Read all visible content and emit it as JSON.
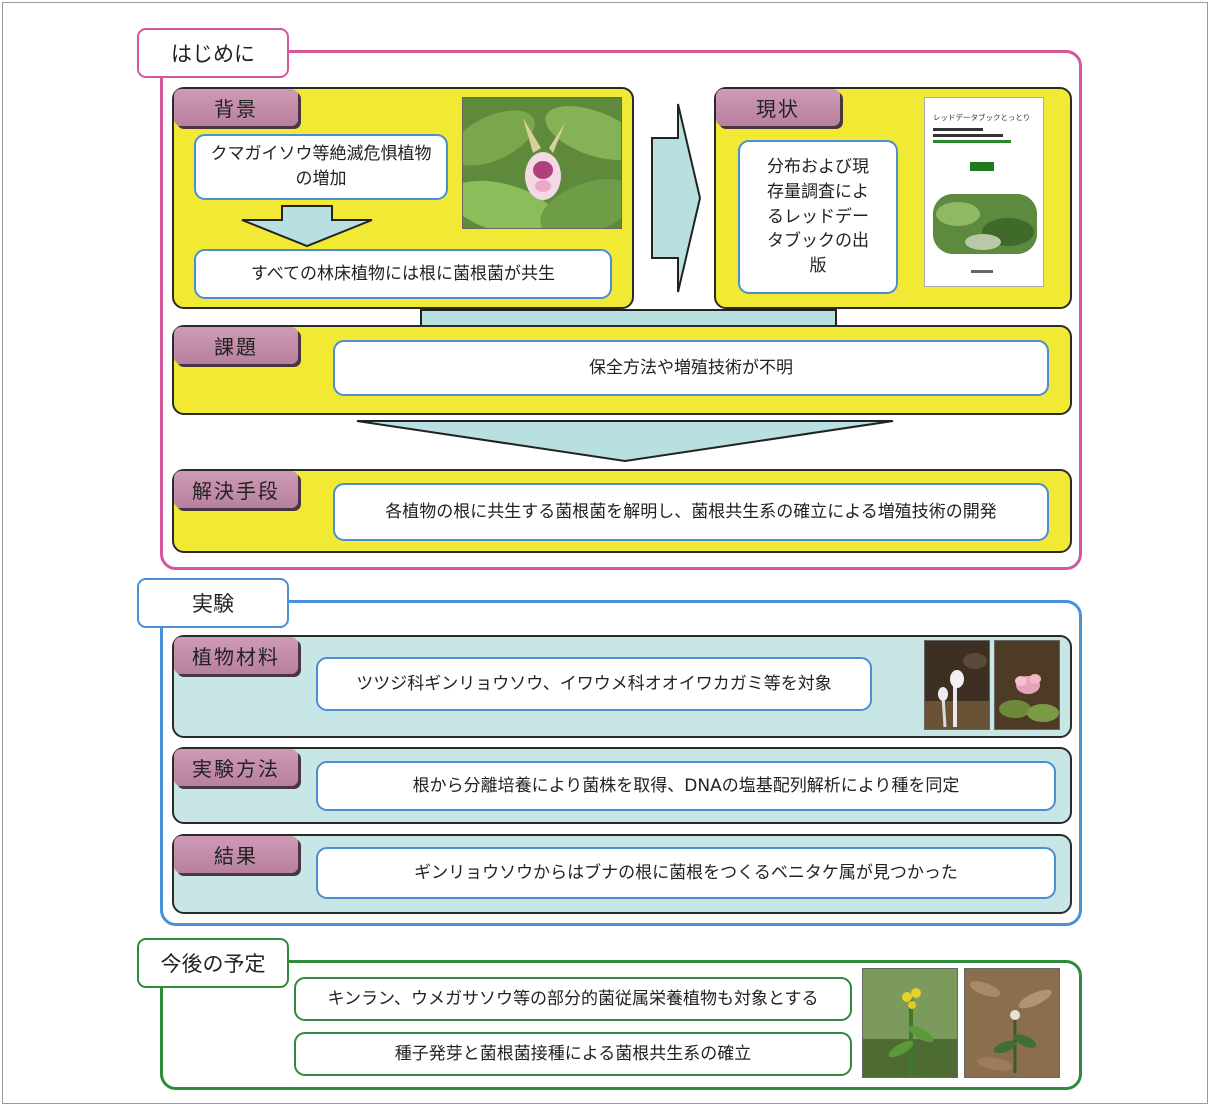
{
  "intro": {
    "tab": "はじめに",
    "background": {
      "label": "背景",
      "box1": "クマガイソウ等絶滅危惧植物の増加",
      "box2": "すべての林床植物には根に菌根菌が共生"
    },
    "status": {
      "label": "現状",
      "text": "分布および現存量調査によるレッドデータブックの出版",
      "book_title": "レッドデータブックとっとり"
    },
    "issue": {
      "label": "課題",
      "text": "保全方法や増殖技術が不明"
    },
    "solution": {
      "label": "解決手段",
      "text": "各植物の根に共生する菌根菌を解明し、菌根共生系の確立による増殖技術の開発"
    }
  },
  "experiment": {
    "tab": "実験",
    "material": {
      "label": "植物材料",
      "text": "ツツジ科ギンリョウソウ、イワウメ科オオイワカガミ等を対象"
    },
    "method": {
      "label": "実験方法",
      "text": "根から分離培養により菌株を取得、DNAの塩基配列解析により種を同定"
    },
    "result": {
      "label": "結果",
      "text": "ギンリョウソウからはブナの根に菌根をつくるベニタケ属が見つかった"
    }
  },
  "future": {
    "tab": "今後の予定",
    "plan1": "キンラン、ウメガサソウ等の部分的菌従属栄養植物も対象とする",
    "plan2": "種子発芽と菌根菌接種による菌根共生系の確立"
  },
  "colors": {
    "intro_border": "#d4569b",
    "experiment_border": "#4a90d6",
    "future_border": "#2e8b3a",
    "yellow_panel": "#f1e934",
    "teal_panel": "#c8e6e6",
    "arrow_fill": "#b9e0e0",
    "label_fill": "#c28ca9"
  }
}
